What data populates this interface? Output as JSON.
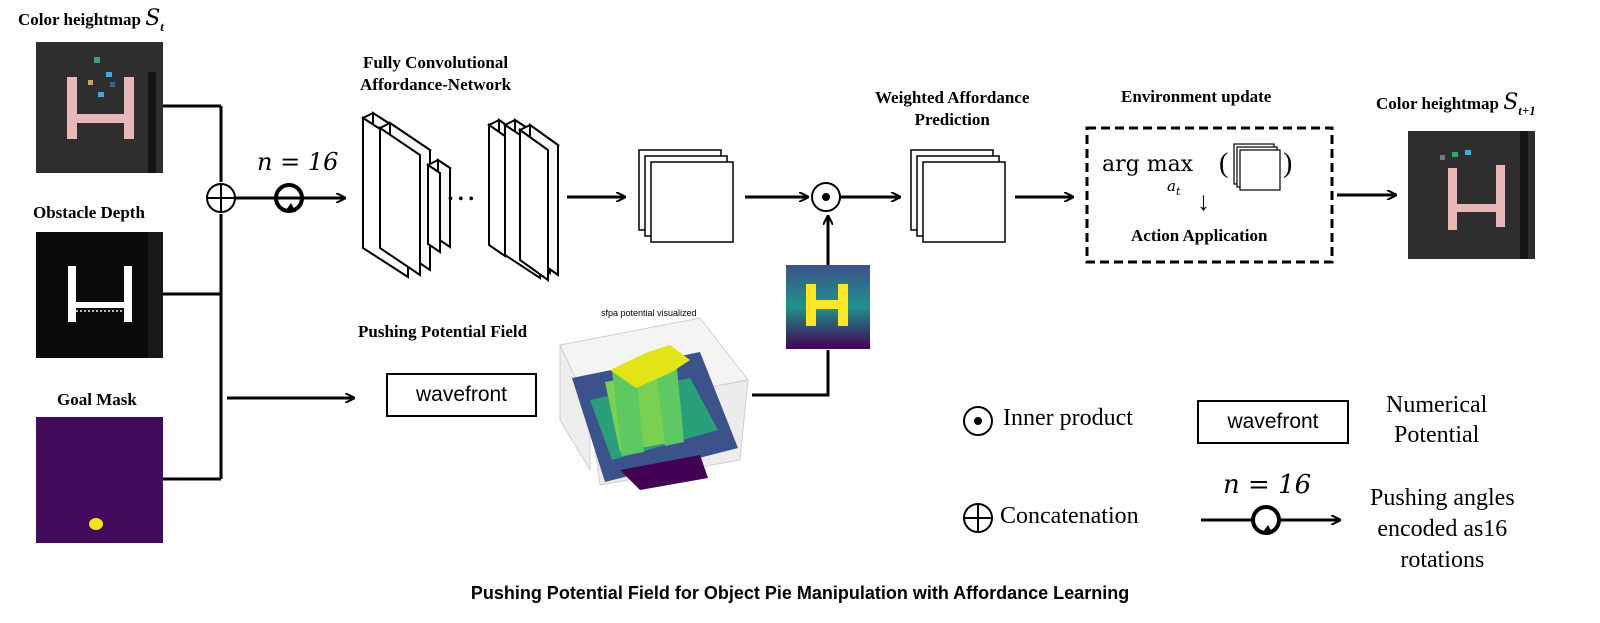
{
  "inputs": {
    "color_heightmap_label": "Color heightmap",
    "color_heightmap_symbol": "S",
    "color_heightmap_sub": "t",
    "obstacle_depth_label": "Obstacle Depth",
    "goal_mask_label": "Goal Mask"
  },
  "rotation": {
    "n_label": "n = 16"
  },
  "network": {
    "title_line1": "Fully Convolutional",
    "title_line2": "Affordance-Network",
    "ellipsis": "• • •"
  },
  "potential": {
    "title": "Pushing Potential  Field",
    "wavefront_label": "wavefront",
    "plot_title": "sfpa potential visualized"
  },
  "weighted": {
    "title_line1": "Weighted Affordance",
    "title_line2": "Prediction"
  },
  "environment": {
    "title": "Environment update",
    "argmax": "arg max",
    "argmax_sub": "a",
    "argmax_sub2": "t",
    "arrow": "↓",
    "action": "Action Application"
  },
  "output": {
    "label": "Color heightmap",
    "symbol": "S",
    "sub": "t+1"
  },
  "legend": {
    "inner_product": "Inner product",
    "concatenation": "Concatenation",
    "wavefront_box": "wavefront",
    "numerical_line1": "Numerical",
    "numerical_line2": "Potential",
    "n_label": "n = 16",
    "pushing_line1": "Pushing angles",
    "pushing_line2": "encoded as16",
    "pushing_line3": "rotations"
  },
  "caption": "Pushing Potential Field for Object Pie Manipulation with Affordance Learning",
  "colors": {
    "dark_panel": "#2e2e2e",
    "pink_h": "#e8b8b8",
    "goal_purple": "#440a5c",
    "goal_yellow": "#f5e21b",
    "viridis_blue": "#3b528b",
    "viridis_green": "#5ec962"
  }
}
